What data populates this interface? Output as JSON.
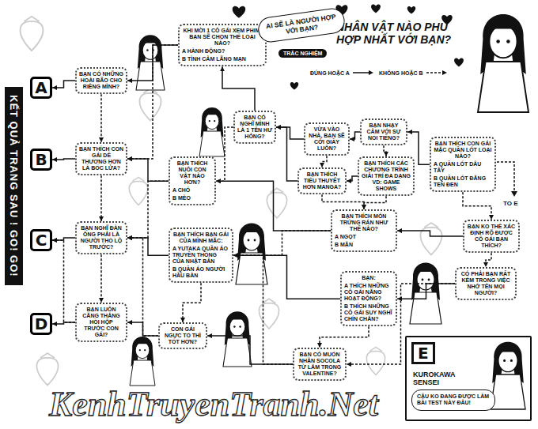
{
  "diagram": {
    "title": "NHÂN VẬT NÀO PHÙ HỢP NHẤT VỚI BẠN?",
    "nodes": [
      {
        "text": [
          "BẠN CÓ NHỮNG HOÀI BÃO CHO RIÊNG MÌNH?"
        ]
      },
      {
        "text": [
          "KHI MỜI 1 CÔ GÁI XEM PHIM, BẠN SẼ CHỌN THỂ LOẠI NÀO?",
          "A HÀNH ĐỘNG?",
          "B TÌNH CẢM LÃNG MẠN"
        ]
      },
      {
        "text": [
          "BẠN THÍCH CON GÁI MẶC QUẦN LÓT LOẠI NÀO?",
          "A QUẦN LÓT DÂU TÂY",
          "B QUẦN LÓT ĐĂNG TEN ĐEN"
        ]
      },
      {
        "text": [
          "BẠN CÓ NGHĨ MÌNH LÀ 1 TÊN HƯ HỎNG?"
        ]
      },
      {
        "text": [
          "VỪA VÀO NHÀ, BẠN SẼ CỞI GIẦY LUÔN?"
        ]
      },
      {
        "text": [
          "BẠN NHẠY CẢM VỚI SỰ NỔI TIẾNG?"
        ]
      },
      {
        "text": [
          "BẠN THÍCH CON GÁI DỄ THƯƠNG HƠN LÀ BỐC LỬA?"
        ]
      },
      {
        "text": [
          "BẠN THÍCH NUÔI CON VẬT NÀO HƠN?",
          "A CHÓ",
          "B MÈO"
        ]
      },
      {
        "text": [
          "BẠN THÍCH TIỂU THUYẾT HƠN MANGA?"
        ]
      },
      {
        "text": [
          "BẠN THÍCH CÁC CHƯƠNG TRÌNH GIẢI TRÍ ĐA DẠNG VD: GAME SHOWS"
        ]
      },
      {
        "text": [
          "BẠN THÍCH MÓN TRỨNG RÁN NHƯ THẾ NÀO?",
          "A NGỌT",
          "B MẶN"
        ]
      },
      {
        "text": [
          "BẠN KO THỂ XÁC ĐỊNH RÕ ĐƯỢC CÔ GÁI BẠN THÍCH?"
        ]
      },
      {
        "text": [
          "BẠN NGHĨ ĐÀN ÔNG PHẢI LÀ NGƯỜI THỔ LỘ TRƯỚC?"
        ]
      },
      {
        "text": [
          "BẠN THÍCH BẠN GÁI CỦA MÌNH MẶC:",
          "A YUTAKA QUẦN ÁO TRUYỀN THỐNG CỦA NHẬT BẢN",
          "B QUẦN ÁO NGƯỜI HẦU BÀN"
        ]
      },
      {
        "text": [
          "CÓ PHẢI BẠN RẤT KÉM TRONG VIỆC NHỚ TÊN MỌI NGƯỜI?"
        ]
      },
      {
        "text": [
          "BẠN:",
          "A THÍCH NHỮNG CÔ GÁI NĂNG HOẠT ĐỘNG?",
          "B THÍCH NHỮNG CÔ GÁI SUY NGHĨ CHÍN CHẮN?"
        ]
      },
      {
        "text": [
          "BẠN LUÔN CĂNG THẲNG HỒI HỘP TRƯỚC CON GÁI?"
        ]
      },
      {
        "text": [
          "CON GÁI NGỰC TO THÌ TỐT HƠN?"
        ]
      },
      {
        "text": [
          "BẠN CÓ MUỐN NHẬN SOCOLA TỪ LẮM TRONG VALENTINE?"
        ]
      },
      {
        "text": [
          "A"
        ]
      },
      {
        "text": [
          "B"
        ]
      },
      {
        "text": [
          "C"
        ]
      },
      {
        "text": [
          "D"
        ]
      },
      {
        "text": [
          "E",
          "KUROKAWA SENSEI",
          "CẬU KO ĐANG ĐƯỢC LÀM BÀI TEST NÀY ĐÂU!"
        ]
      }
    ],
    "edges": [
      {
        "from": 2,
        "to": 5,
        "arrow": "to"
      },
      {
        "from": 2,
        "to": 11,
        "arrow": "to"
      },
      {
        "from": 5,
        "to": 4,
        "arrow": "to"
      },
      {
        "from": 5,
        "to": 9,
        "arrow": "to"
      },
      {
        "from": 4,
        "to": 3,
        "arrow": "to"
      },
      {
        "from": 4,
        "to": 8,
        "arrow": "to"
      },
      {
        "from": 9,
        "to": 8,
        "arrow": "to"
      },
      {
        "from": 9,
        "to": 10,
        "arrow": "to"
      },
      {
        "from": 8,
        "to": 3,
        "arrow": "to"
      },
      {
        "from": 8,
        "to": 10,
        "arrow": "to"
      },
      {
        "from": 11,
        "to": 10,
        "arrow": "to"
      },
      {
        "from": 11,
        "to": 14,
        "arrow": "to"
      },
      {
        "from": 14,
        "to": 15,
        "arrow": "to"
      },
      {
        "from": 14,
        "to": 18,
        "arrow": "to"
      },
      {
        "from": 10,
        "to": 7,
        "arrow": "to"
      },
      {
        "from": 10,
        "to": 13,
        "arrow": "to"
      },
      {
        "from": 15,
        "to": 13,
        "arrow": "to"
      },
      {
        "from": 15,
        "to": 18,
        "arrow": "to"
      },
      {
        "from": 18,
        "to": 17,
        "arrow": "to"
      },
      {
        "from": 18,
        "to": 13,
        "arrow": "to"
      },
      {
        "from": 3,
        "to": 1,
        "arrow": "to"
      },
      {
        "from": 3,
        "to": 7,
        "arrow": "to"
      },
      {
        "from": 1,
        "to": 0,
        "arrow": "to"
      },
      {
        "from": 1,
        "to": 6,
        "arrow": "to"
      },
      {
        "from": 7,
        "to": 6,
        "arrow": "to"
      },
      {
        "from": 7,
        "to": 12,
        "arrow": "to"
      },
      {
        "from": 13,
        "to": 12,
        "arrow": "to"
      },
      {
        "from": 13,
        "to": 17,
        "arrow": "to"
      },
      {
        "from": 17,
        "to": 16,
        "arrow": "to"
      },
      {
        "from": 17,
        "to": 12,
        "arrow": "to"
      },
      {
        "from": 0,
        "to": 19,
        "arrow": "to"
      },
      {
        "from": 0,
        "to": 6,
        "arrow": "to"
      },
      {
        "from": 6,
        "to": 20,
        "arrow": "to"
      },
      {
        "from": 6,
        "to": 12,
        "arrow": "to"
      },
      {
        "from": 12,
        "to": 21,
        "arrow": "to"
      },
      {
        "from": 12,
        "to": 16,
        "arrow": "to"
      },
      {
        "from": 16,
        "to": 22,
        "arrow": "to"
      },
      {
        "from": 16,
        "to": 21,
        "arrow": "to"
      }
    ],
    "labels": [
      "AI SẼ LÀ NGƯỜI HỢP VỚI BẠN?",
      "TRẮC NGHIỆM",
      "KẾT QUẢ TRANG SAU ! GO! GO!",
      "TO E",
      "KenhTruyenTranh.Net"
    ],
    "legend": [
      {
        "text": "ĐÚNG HOẶC A"
      },
      {
        "text": "KHÔNG HOẶC B"
      }
    ]
  }
}
